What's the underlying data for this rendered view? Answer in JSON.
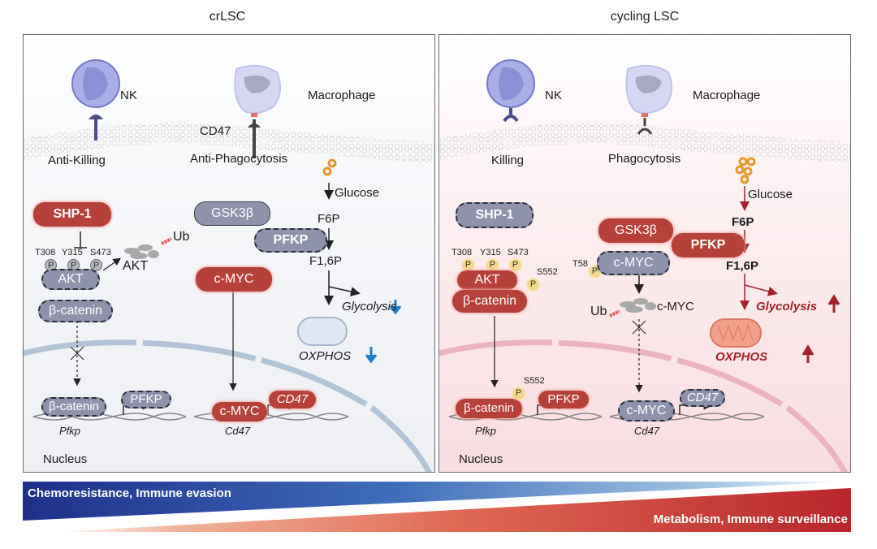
{
  "figure": {
    "left_panel": {
      "title": "crLSC",
      "cells": {
        "nk": "NK",
        "macrophage": "Macrophage"
      },
      "labels": {
        "cd47": "CD47",
        "nk_effect": "Anti-Killing",
        "macrophage_effect": "Anti-Phagocytosis",
        "glucose": "Glucose",
        "f6p": "F6P",
        "f16p": "F1,6P",
        "glycolysis": "Glycolysis",
        "oxphos": "OXPHOS",
        "nucleus": "Nucleus",
        "ub": "Ub",
        "akt_degraded": "AKT",
        "gene_pfkp": "Pfkp",
        "gene_cd47": "Cd47"
      },
      "sites": {
        "t308": "T308",
        "y315": "Y315",
        "s473": "S473",
        "p": "P"
      },
      "proteins": {
        "shp1": "SHP-1",
        "gsk3b": "GSK3β",
        "pfkp": "PFKP",
        "cmyc": "c-MYC",
        "akt": "AKT",
        "bcatenin": "β-catenin",
        "bcatenin_nuc": "β-catenin",
        "pfkp_nuc": "PFKP",
        "cmyc_nuc": "c-MYC",
        "cd47_nuc": "CD47"
      },
      "states": {
        "shp1": "active",
        "gsk3b": "inactive",
        "pfkp": "inactive",
        "cmyc": "active",
        "akt": "inactive",
        "bcatenin": "inactive",
        "glycolysis_trend": "down",
        "oxphos_trend": "down"
      }
    },
    "right_panel": {
      "title": "cycling LSC",
      "cells": {
        "nk": "NK",
        "macrophage": "Macrophage"
      },
      "labels": {
        "nk_effect": "Killing",
        "macrophage_effect": "Phagocytosis",
        "glucose": "Glucose",
        "f6p": "F6P",
        "f16p": "F1,6P",
        "glycolysis": "Glycolysis",
        "oxphos": "OXPHOS",
        "nucleus": "Nucleus",
        "ub": "Ub",
        "cmyc_degraded": "c-MYC",
        "gene_pfkp": "Pfkp",
        "gene_cd47": "Cd47"
      },
      "sites": {
        "t308": "T308",
        "y315": "Y315",
        "s473": "S473",
        "s552": "S552",
        "t58": "T58",
        "s552_nuc": "S552",
        "p": "P"
      },
      "proteins": {
        "shp1": "SHP-1",
        "gsk3b": "GSK3β",
        "pfkp": "PFKP",
        "cmyc": "c-MYC",
        "akt": "AKT",
        "bcatenin": "β-catenin",
        "bcatenin_nuc": "β-catenin",
        "pfkp_nuc": "PFKP",
        "cmyc_nuc": "c-MYC",
        "cd47_nuc": "CD47"
      },
      "states": {
        "shp1": "inactive",
        "gsk3b": "active",
        "pfkp": "active",
        "cmyc": "inactive",
        "akt": "active",
        "bcatenin": "active",
        "glycolysis_trend": "up",
        "oxphos_trend": "up"
      }
    },
    "gradient_bar": {
      "left_label": "Chemoresistance, Immune evasion",
      "right_label": "Metabolism, Immune surveillance",
      "colors": {
        "blue": "#1e2f8a",
        "light_blue": "#a9cbe6",
        "red": "#b8262c",
        "peach": "#f0b49a"
      }
    },
    "colors": {
      "active_protein": "#b6403a",
      "inactive_protein": "#8e93ab",
      "glucose": "#e8962a",
      "down_arrow": "#1e7fd0",
      "up_arrow": "#a3222e",
      "phospho_grey": "#b8b8c0",
      "phospho_yellow": "#f2d98a"
    }
  }
}
